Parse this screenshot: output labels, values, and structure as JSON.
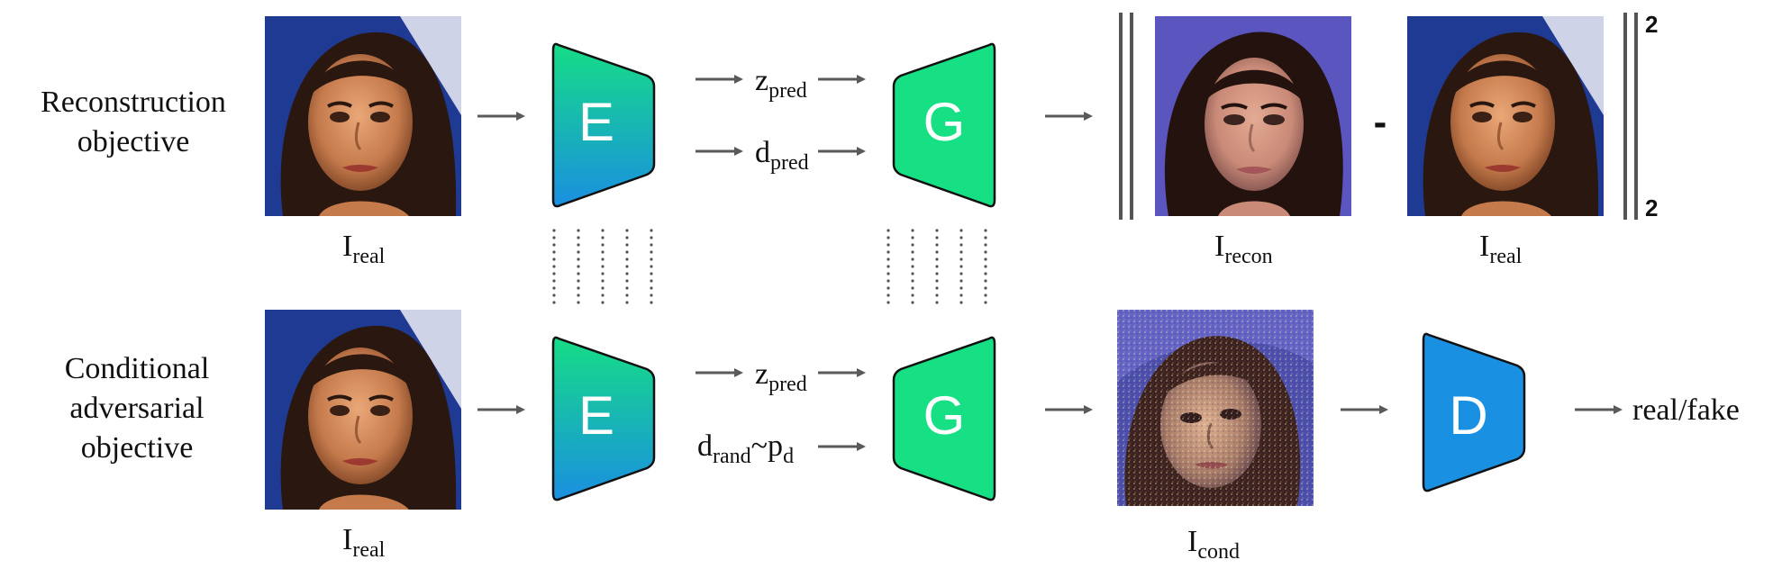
{
  "rows": {
    "reconstruction": {
      "label_line1": "Reconstruction",
      "label_line2": "objective",
      "input_symbol": "I",
      "input_sub": "real",
      "encoder_letter": "E",
      "latent1_symbol": "z",
      "latent1_sub": "pred",
      "latent2_symbol": "d",
      "latent2_sub": "pred",
      "generator_letter": "G",
      "recon_symbol": "I",
      "recon_sub": "recon",
      "minus": "-",
      "target_symbol": "I",
      "target_sub": "real",
      "norm_sub": "2",
      "norm_sup": "2"
    },
    "adversarial": {
      "label_line1": "Conditional",
      "label_line2": "adversarial",
      "label_line3": "objective",
      "input_symbol": "I",
      "input_sub": "real",
      "encoder_letter": "E",
      "latent1_symbol": "z",
      "latent1_sub": "pred",
      "latent2_symbol": "d",
      "latent2_sub": "rand",
      "latent2_tilde": "~p",
      "latent2_tilde_sub": "d",
      "generator_letter": "G",
      "cond_symbol": "I",
      "cond_sub": "cond",
      "discriminator_letter": "D",
      "output_label": "real/fake"
    }
  },
  "colors": {
    "encoder_top": "#16dd86",
    "encoder_bottom": "#1a8fe0",
    "generator": "#16e083",
    "discriminator": "#1990e2",
    "arrow": "#5a5a5a",
    "norm_bars": "#555555"
  },
  "icons": {
    "face_real": "face-photo-real",
    "face_recon": "face-photo-reconstruction",
    "face_cond": "face-photo-conditional-noisy"
  }
}
